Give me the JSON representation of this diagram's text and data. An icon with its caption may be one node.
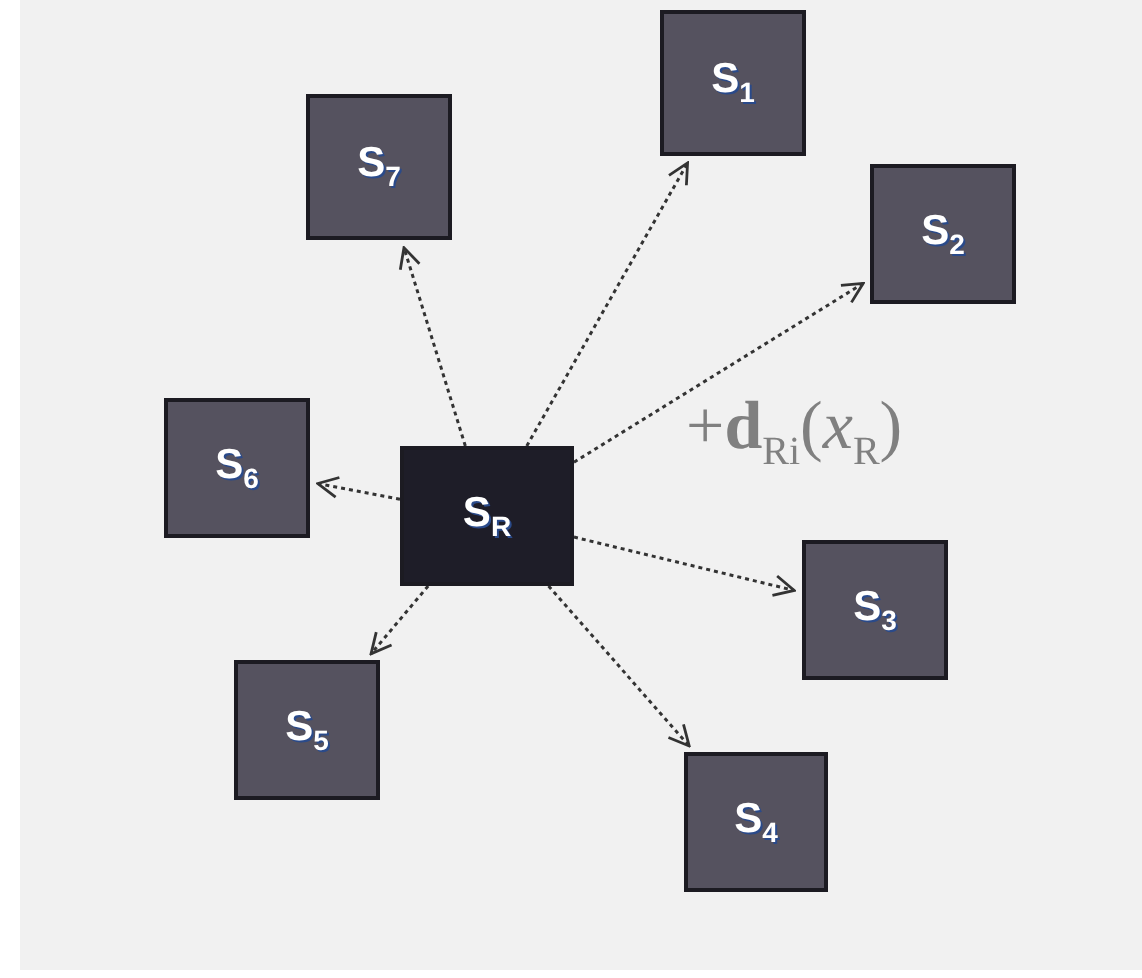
{
  "diagram": {
    "nodes": [
      {
        "text": [
          "S$_{1}$"
        ]
      },
      {
        "text": [
          "S$_{7}$"
        ]
      },
      {
        "text": [
          "S$_{2}$"
        ]
      },
      {
        "text": [
          "S$_{6}$"
        ]
      },
      {
        "text": [
          "S$_{R}$"
        ]
      },
      {
        "text": [
          "S$_{3}$"
        ]
      },
      {
        "text": [
          "S$_{5}$"
        ]
      },
      {
        "text": [
          "S$_{4}$"
        ]
      }
    ],
    "edges": [
      {
        "from": 4,
        "to": 0,
        "arrow": "to",
        "style": "dashed"
      },
      {
        "from": 4,
        "to": 1,
        "arrow": "to",
        "style": "dashed"
      },
      {
        "from": 4,
        "to": 2,
        "arrow": "to",
        "style": "dashed"
      },
      {
        "from": 4,
        "to": 3,
        "arrow": "to",
        "style": "dashed"
      },
      {
        "from": 4,
        "to": 5,
        "arrow": "to",
        "style": "dashed"
      },
      {
        "from": 4,
        "to": 6,
        "arrow": "to",
        "style": "dashed"
      },
      {
        "from": 4,
        "to": 7,
        "arrow": "to",
        "style": "dashed"
      }
    ],
    "labels": [
      "+**d**$_{Ri}$(*x*$_{R}$)"
    ]
  }
}
